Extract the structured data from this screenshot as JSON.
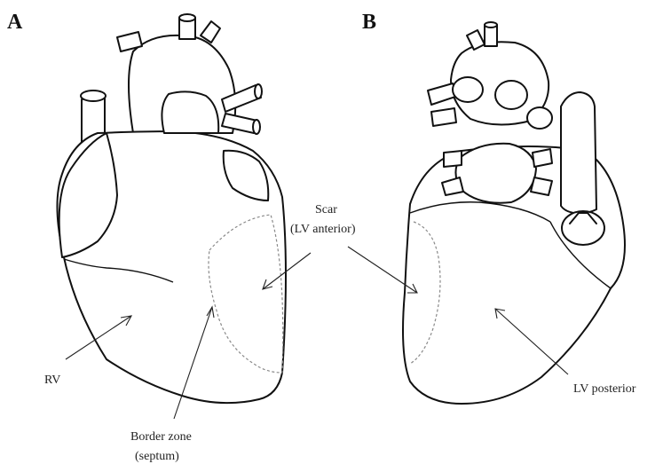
{
  "panels": {
    "a": {
      "letter": "A",
      "labels": {
        "rv": "RV",
        "scar_line1": "Scar",
        "scar_line2": "(LV anterior)",
        "border_line1": "Border zone",
        "border_line2": "(septum)"
      }
    },
    "b": {
      "letter": "B",
      "labels": {
        "lv_posterior": "LV posterior"
      }
    }
  }
}
